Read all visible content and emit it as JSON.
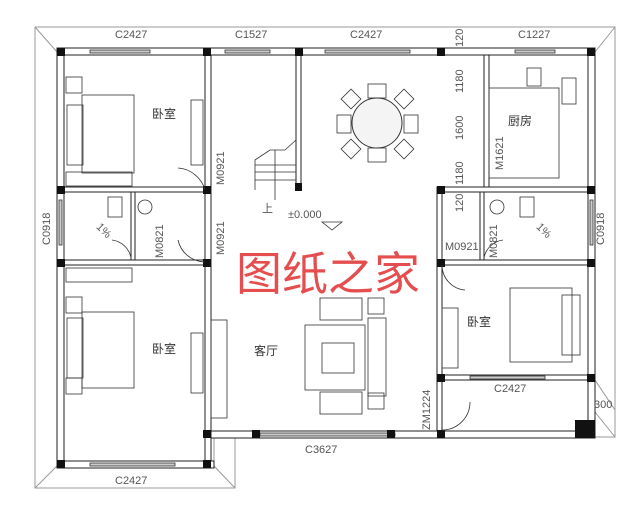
{
  "plan": {
    "rooms": {
      "bedroom_top_left": "卧室",
      "bedroom_bottom_left": "卧室",
      "bedroom_right": "卧室",
      "kitchen": "厨房",
      "living_room": "客厅"
    },
    "windows": {
      "top_left": "C2427",
      "top_stair": "C1527",
      "top_dining": "C2427",
      "top_kitchen": "C1227",
      "left_bath": "C0918",
      "right_bath": "C0918",
      "right_bedroom": "C2427",
      "living_bottom": "C3627",
      "bottom_left": "C2427"
    },
    "doors": {
      "bedroom_top_left": "M0921",
      "bedroom_bottom_left": "M0921",
      "bath_left": "M0821",
      "bath_right": "M0821",
      "bedroom_right": "M0921",
      "kitchen": "M1621",
      "entry": "ZM1224"
    },
    "dimensions": {
      "top_120": "120",
      "d1180_top": "1180",
      "d1600": "1600",
      "d1180_bottom": "1180",
      "bottom_120": "120",
      "porch_300": "300"
    },
    "slope_left": "1%",
    "slope_right": "1%",
    "elevation": "±0.000",
    "stair_up": "上",
    "watermark": "图纸之家"
  }
}
